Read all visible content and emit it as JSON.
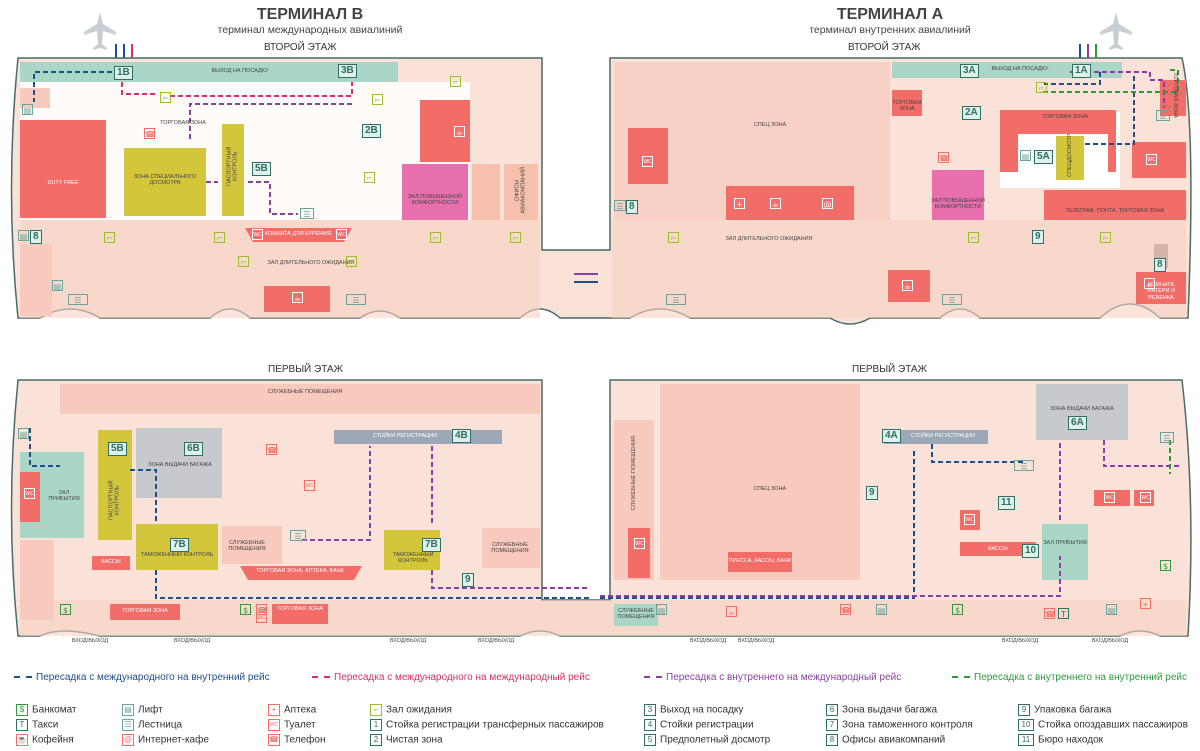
{
  "terminal_b": {
    "title": "ТЕРМИНАЛ B",
    "subtitle": "терминал международных авиалиний"
  },
  "terminal_a": {
    "title": "ТЕРМИНАЛ А",
    "subtitle": "терминал внутренних авиалиний"
  },
  "floors": {
    "second": "ВТОРОЙ ЭТАЖ",
    "first": "ПЕРВЫЙ ЭТАЖ"
  },
  "top_labels": {
    "gate_b": "ВЫХОД НА ПОСАДКУ",
    "gate_a": "ВЫХОД НА ПОСАДКУ",
    "duty_free": "DUTY FREE",
    "shop_zone_b": "ТОРГОВАЯ ЗОНА",
    "special_check": "ЗОНА СПЕЦИАЛЬНОГО ДОСМОТРА",
    "passport": "ПАСПОРТНЫЙ КОНТРОЛЬ",
    "comfort_b": "ЗАЛ ПОВЫШЕННОЙ КОМФОРТНОСТИ",
    "airline_offices": "ОФИСЫ АВИАКОМПАНИЙ",
    "smoking": "КОМНАТА ДЛЯ КУРЕНИЯ",
    "waiting_b": "ЗАЛ ДЛИТЕЛЬНОГО ОЖИДАНИЯ",
    "spec_zone_a": "СПЕЦ ЗОНА",
    "shop_zone_a": "ТОРГОВАЯ ЗОНА",
    "shop_zone_a2": "ТОРГОВАЯ ЗОНА",
    "shop_zone_a3": "ТОРГОВАЯ ЗОНА",
    "spec_check_a": "СПЕЦДОСМОТР",
    "comfort_a": "ЗАЛ ПОВЫШЕННОЙ КОМФОРТНОСТИ",
    "telegraph": "ТЕЛЕГРАФ, ПОЧТА, ТОРГОВАЯ ЗОНА",
    "waiting_a": "ЗАЛ ДЛИТЕЛЬНОГО ОЖИДАНИЯ",
    "mother_child": "КОМНАТА МАТЕРИ И РЕБЕНКА"
  },
  "bottom_labels": {
    "service_b": "СЛУЖЕБНЫЕ ПОМЕЩЕНИЯ",
    "arrival_b": "ЗАЛ ПРИБЫТИЯ",
    "baggage_b": "ЗОНА ВЫДАЧИ БАГАЖА",
    "passport_b": "ПАСПОРТНЫЙ КОНТРОЛЬ",
    "customs_b1": "ТАМОЖЕННЫЙ КОНТРОЛЬ",
    "customs_b2": "ТАМОЖЕННЫЙ КОНТРОЛЬ",
    "checkin_b": "СТОЙКИ РЕГИСТРАЦИИ",
    "service_b2": "СЛУЖЕБНЫЕ ПОМЕЩЕНИЯ",
    "service_b3": "СЛУЖЕБНЫЕ ПОМЕЩЕНИЯ",
    "kassy_b": "КАССЫ",
    "shop_b1": "ТОРГОВАЯ ЗОНА",
    "shop_b2": "ТОРГОВАЯ ЗОНА",
    "shop_pharm": "ТОРГОВАЯ ЗОНА, АПТЕКА, БАНК",
    "service_mid": "СЛУЖЕБНЫЕ ПОМЕЩЕНИЯ",
    "service_mid2": "СЛУЖЕБНЫЕ ПОМЕЩЕНИЯ",
    "spec_zone_a": "СПЕЦ ЗОНА",
    "press": "ПРЕССА, КАССЫ, БАНК",
    "checkin_a": "СТОЙКИ РЕГИСТРАЦИИ",
    "baggage_a": "ЗОНА ВЫДАЧИ БАГАЖА",
    "arrival_a": "ЗАЛ ПРИБЫТИЯ",
    "kassy_a": "КАССЫ",
    "exit": "ВХОД/ВЫХОД"
  },
  "markers": {
    "1B": "1B",
    "3B": "3B",
    "2B": "2B",
    "5B": "5B",
    "8": "8",
    "3A": "3A",
    "1A": "1A",
    "2A": "2A",
    "5A": "5A",
    "9": "9",
    "5B_1": "5B",
    "6B": "6B",
    "7B_1": "7B",
    "7B_2": "7B",
    "4B": "4B",
    "9_1": "9",
    "4A": "4A",
    "6A": "6A",
    "9_2": "9",
    "11": "11",
    "10": "10"
  },
  "routes": [
    {
      "label": "Пересадка с международного на внутренний рейс",
      "color": "#1f4e8c"
    },
    {
      "label": "Пересадка с международного на международный рейс",
      "color": "#d6306b"
    },
    {
      "label": "Пересадка с внутреннего на международный рейс",
      "color": "#8a3fa0"
    },
    {
      "label": "Пересадка с внутреннего на внутренний рейс",
      "color": "#2d9b3a"
    }
  ],
  "legend_col1": [
    {
      "icon": "$",
      "label": "Банкомат"
    },
    {
      "icon": "T",
      "label": "Такси"
    },
    {
      "icon": "☕",
      "label": "Кофейня"
    }
  ],
  "legend_col2": [
    {
      "icon": "▤",
      "label": "Лифт"
    },
    {
      "icon": "☰",
      "label": "Лестница"
    },
    {
      "icon": "@",
      "label": "Интернет-кафе"
    }
  ],
  "legend_col3": [
    {
      "icon": "+",
      "label": "Аптека"
    },
    {
      "icon": "WC",
      "label": "Туалет"
    },
    {
      "icon": "☎",
      "label": "Телефон"
    }
  ],
  "legend_col4": [
    {
      "icon": "⌐",
      "label": "Зал ожидания"
    },
    {
      "icon": "1",
      "label": "Стойка регистрации трансферных пассажиров"
    },
    {
      "icon": "2",
      "label": "Чистая зона"
    }
  ],
  "legend_col5": [
    {
      "icon": "3",
      "label": "Выход на посадку"
    },
    {
      "icon": "4",
      "label": "Стойки регистрации"
    },
    {
      "icon": "5",
      "label": "Предполетный досмотр"
    }
  ],
  "legend_col6": [
    {
      "icon": "6",
      "label": "Зона выдачи багажа"
    },
    {
      "icon": "7",
      "label": "Зона таможенного контроля"
    },
    {
      "icon": "8",
      "label": "Офисы авиакомпаний"
    }
  ],
  "legend_col7": [
    {
      "icon": "9",
      "label": "Упаковка багажа"
    },
    {
      "icon": "10",
      "label": "Стойка опоздавших пассажиров"
    },
    {
      "icon": "11",
      "label": "Бюро находок"
    }
  ]
}
